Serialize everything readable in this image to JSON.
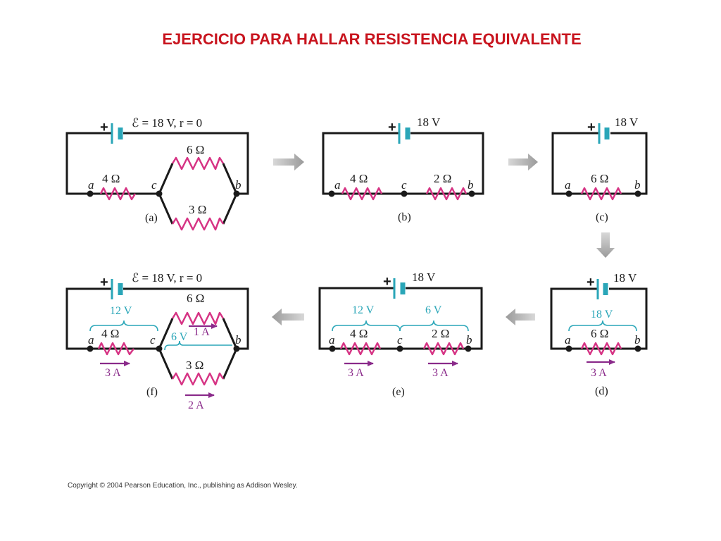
{
  "title": "EJERCICIO PARA HALLAR RESISTENCIA EQUIVALENTE",
  "copyright": "Copyright © 2004 Pearson Education, Inc., publishing as Addison Wesley.",
  "colors": {
    "title": "#c8141e",
    "resistor": "#d63384",
    "battery": "#2aa6b8",
    "current": "#8a2a8a",
    "voltage": "#2aa6b8",
    "arrow": "#a8a8a8"
  },
  "icons": [
    "battery-icon",
    "resistor-icon",
    "right-arrow-icon",
    "down-arrow-icon",
    "left-arrow-icon",
    "current-arrow-icon"
  ],
  "battery": {
    "plus": "+",
    "emf_label": "ℰ = 18 V, r = 0",
    "short_label": "18 V"
  },
  "nodes": {
    "a": "a",
    "b": "b",
    "c": "c"
  },
  "panels": {
    "a": {
      "caption": "(a)",
      "r_series": "4 Ω",
      "r_top": "6 Ω",
      "r_bottom": "3 Ω"
    },
    "b": {
      "caption": "(b)",
      "r_left": "4 Ω",
      "r_right": "2 Ω"
    },
    "c": {
      "caption": "(c)",
      "r_equiv": "6 Ω"
    },
    "d": {
      "caption": "(d)",
      "r_equiv": "6 Ω",
      "voltage": "18 V",
      "current": "3 A"
    },
    "e": {
      "caption": "(e)",
      "r_left": "4 Ω",
      "r_right": "2 Ω",
      "v_left": "12 V",
      "v_right": "6 V",
      "i_left": "3 A",
      "i_right": "3 A"
    },
    "f": {
      "caption": "(f)",
      "r_series": "4 Ω",
      "r_top": "6 Ω",
      "r_bottom": "3 Ω",
      "v_series": "12 V",
      "v_parallel": "6 V",
      "i_series": "3 A",
      "i_top": "1 A",
      "i_bottom": "2 A"
    }
  }
}
